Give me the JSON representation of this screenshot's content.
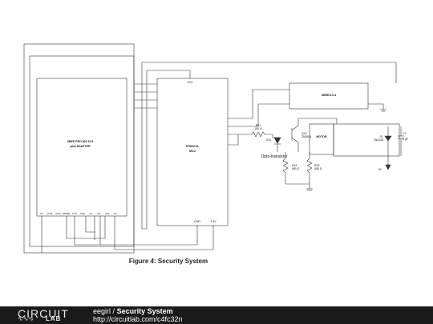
{
  "diagram": {
    "adapter": {
      "name": "XBEE PRO 802.15.4",
      "subname": "plus ADAPTER",
      "pins": [
        "5V",
        "DTR",
        "RTS",
        "MODE",
        "CTS",
        "GND",
        "TX",
        "RX",
        "3V3",
        "5V"
      ]
    },
    "mcu": {
      "name": "STM32-XL",
      "subname": "MCU",
      "pin_gnd": "GND",
      "pin_3v3": "3.3V",
      "pin_top": "VCC"
    },
    "xbee": {
      "name": "XBEE/1.0.3"
    },
    "r1": {
      "name": "R21",
      "value": "180 Ω"
    },
    "led": {
      "name": "D10"
    },
    "opto_label": "Opto-transistor",
    "transistor": {
      "name": "Q10",
      "part": "2N3904"
    },
    "r2": {
      "name": "R24",
      "value": "680 Ω"
    },
    "r3": {
      "name": "R25",
      "value": "680 Ω"
    },
    "motor_label": "MOTOR",
    "diode": {
      "name": "D1",
      "part": "1N4148"
    },
    "cap": {
      "name": "C1",
      "value": "1 µF"
    },
    "vsource_label": "6V",
    "caption": "Figure 4: Security System"
  },
  "footer": {
    "logo_top": "CIRCUIT",
    "logo_bottom": "LAB",
    "author": "eegirl",
    "separator": "/",
    "title": "Security System",
    "url": "http://circuitlab.com/c4fc32n"
  }
}
